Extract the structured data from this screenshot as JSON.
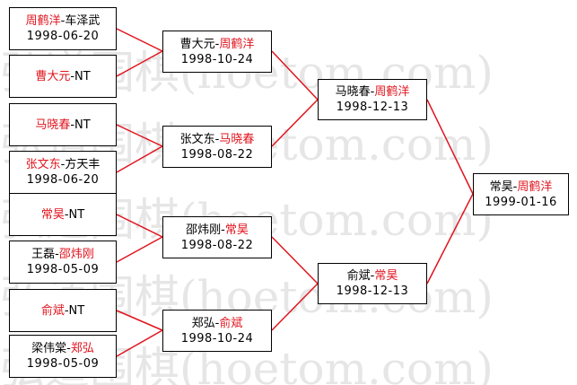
{
  "watermark_text": "弘道围棋(hoetom.com)",
  "accent_color": "#e0141e",
  "round1": [
    {
      "parts": [
        {
          "text": "周鹤洋",
          "red": true
        },
        {
          "text": "-车泽武",
          "red": false
        }
      ],
      "date": "1998-06-20"
    },
    {
      "parts": [
        {
          "text": "曹大元",
          "red": true
        },
        {
          "text": "-NT",
          "red": false
        }
      ],
      "date": ""
    },
    {
      "parts": [
        {
          "text": "马晓春",
          "red": true
        },
        {
          "text": "-NT",
          "red": false
        }
      ],
      "date": ""
    },
    {
      "parts": [
        {
          "text": "张文东",
          "red": true
        },
        {
          "text": "-方天丰",
          "red": false
        }
      ],
      "date": "1998-06-20"
    },
    {
      "parts": [
        {
          "text": "常昊",
          "red": true
        },
        {
          "text": "-NT",
          "red": false
        }
      ],
      "date": ""
    },
    {
      "parts": [
        {
          "text": "王磊-",
          "red": false
        },
        {
          "text": "邵炜刚",
          "red": true
        }
      ],
      "date": "1998-05-09"
    },
    {
      "parts": [
        {
          "text": "俞斌",
          "red": true
        },
        {
          "text": "-NT",
          "red": false
        }
      ],
      "date": ""
    },
    {
      "parts": [
        {
          "text": "梁伟棠-",
          "red": false
        },
        {
          "text": "郑弘",
          "red": true
        }
      ],
      "date": "1998-05-09"
    }
  ],
  "round2": [
    {
      "parts": [
        {
          "text": "曹大元-",
          "red": false
        },
        {
          "text": "周鹤洋",
          "red": true
        }
      ],
      "date": "1998-10-24"
    },
    {
      "parts": [
        {
          "text": "张文东-",
          "red": false
        },
        {
          "text": "马晓春",
          "red": true
        }
      ],
      "date": "1998-08-22"
    },
    {
      "parts": [
        {
          "text": "邵炜刚-",
          "red": false
        },
        {
          "text": "常昊",
          "red": true
        }
      ],
      "date": "1998-08-22"
    },
    {
      "parts": [
        {
          "text": "郑弘-",
          "red": false
        },
        {
          "text": "俞斌",
          "red": true
        }
      ],
      "date": "1998-10-24"
    }
  ],
  "round3": [
    {
      "parts": [
        {
          "text": "马晓春-",
          "red": false
        },
        {
          "text": "周鹤洋",
          "red": true
        }
      ],
      "date": "1998-12-13"
    },
    {
      "parts": [
        {
          "text": "俞斌-",
          "red": false
        },
        {
          "text": "常昊",
          "red": true
        }
      ],
      "date": "1998-12-13"
    }
  ],
  "final": [
    {
      "parts": [
        {
          "text": "常昊-",
          "red": false
        },
        {
          "text": "周鹤洋",
          "red": true
        }
      ],
      "date": "1999-01-16"
    }
  ]
}
